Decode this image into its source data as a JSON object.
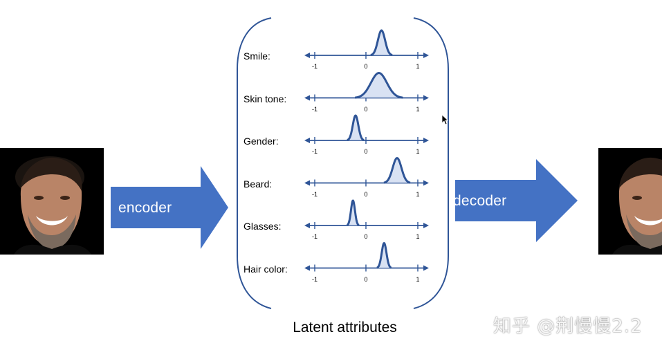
{
  "encoder_label": "encoder",
  "decoder_label": "decoder",
  "caption": "Latent attributes",
  "watermark": "知乎 @荆慢慢2.2",
  "colors": {
    "arrow": "#4472c4",
    "curve": "#2f5597",
    "fill": "#d9e2f3",
    "axis": "#2f5597"
  },
  "axis_ticks": [
    "-1",
    "0",
    "1"
  ],
  "attributes": [
    {
      "label": "Smile:",
      "mean": 0.3,
      "width": 0.18
    },
    {
      "label": "Skin tone:",
      "mean": 0.25,
      "width": 0.4
    },
    {
      "label": "Gender:",
      "mean": -0.2,
      "width": 0.14
    },
    {
      "label": "Beard:",
      "mean": 0.6,
      "width": 0.22
    },
    {
      "label": "Glasses:",
      "mean": -0.25,
      "width": 0.1
    },
    {
      "label": "Hair color:",
      "mean": 0.35,
      "width": 0.12
    }
  ]
}
